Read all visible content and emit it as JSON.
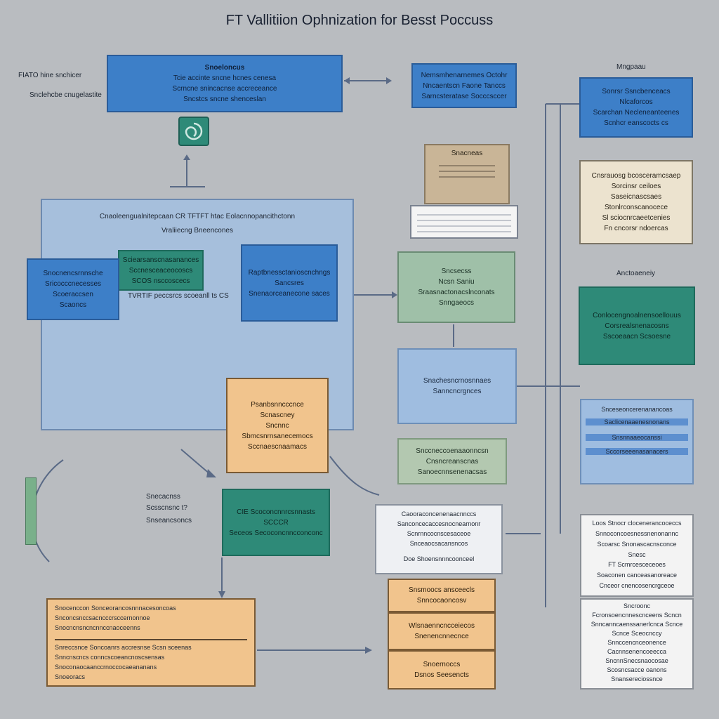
{
  "title": "FT Vallitiion Ophnization for Besst Poccuss",
  "left_labels": {
    "l1": "FIATO hine snchicer",
    "l2": "Snclehcbe cnugelastite"
  },
  "top_bar": {
    "title": "Snoeloncus",
    "line1": "Tcie accinte sncne hcnes cenesa",
    "line2": "Scrncne snincacnse accreceance",
    "line3": "Sncstcs sncne shenceslan"
  },
  "top_middle": {
    "title": "Nemsmhenarnemes Octohr",
    "line1": "Nncaentscn Faone Tanccs",
    "line2": "Sarncsteratase Socccsccer"
  },
  "right_top": {
    "caption": "Mngpaau",
    "line1": "Sonrsr Ssncbenceacs",
    "line2": "Nlcaforcos",
    "line3": "Scarchan Necleneanteenes",
    "line4": "Scnhcr eanscocts cs"
  },
  "center_doc": {
    "title": "Snacneas"
  },
  "right_cream": {
    "line1": "Cnsrauosg bcosceramcsaep",
    "line2": "Sorcinsr ceiloes",
    "line3": "Saseicnascsaes",
    "line4": "Stonlrconscanocece",
    "line5": "Sl sciocnrcaeetcenies",
    "line6": "Fn cncorsr ndoercas"
  },
  "big_panel": {
    "title": "Cnaoleengualnitepcaan CR TFTFT htac Eolacnnopancithctonn",
    "subtitle": "Vraliiecng Bneencones"
  },
  "panel_teal": {
    "line1": "Sciearsanscnasanances",
    "line2": "Sccnesceaceocoscs",
    "line3": "SCOS nsccoscecs"
  },
  "panel_blue_left": {
    "line1": "Snocnencsrnnsche",
    "line2": "Sricocccnecesses",
    "line3": "Scoeraccsen",
    "line4": "Scaoncs"
  },
  "panel_caption": "TVRTIF peccsrcs scoeanll ts CS",
  "panel_blue_right": {
    "line1": "Raptbnessctanioscnchngs",
    "line2": "Sancsres",
    "line3": "Snenaorceanecone saces"
  },
  "mid_green": {
    "line1": "Sncsecss",
    "line2": "Ncsn Saniu",
    "line3": "Sraasnactonacslnconats",
    "line4": "Snngaeocs"
  },
  "right_teal": {
    "caption": "Anctoaeneiy",
    "line1": "Conlocengnoalnensoellouus",
    "line2": "Corsrealsnenacosns",
    "line3": "Sscoeaacn Scsoesne"
  },
  "orange_box": {
    "line1": "Psanbsnncccnce",
    "line2": "Scnascney",
    "line3": "Sncnnc",
    "line4": "Sbmcsnrnsanecemocs",
    "line5": "Sccnaescnaamacs"
  },
  "light_blue_mid": {
    "line1": "Snachesncrnosnnaes",
    "line2": "Sanncncrgnces"
  },
  "right_stack": {
    "rows": [
      "Snceseoncerenanancoas",
      "Saclicenaaenesnonans",
      "Snsnnaaeocanssi",
      "Sccorseeenasanacers"
    ]
  },
  "sage_box": {
    "line1": "Snccneccoenaaonncsn",
    "line2": "Cnsncreanscnas",
    "line3": "Sanoecnnsenenacsas"
  },
  "bottom_left_labels": {
    "l1": "Snecacnss",
    "l2": "Scsscnsnc t?",
    "l3": "Snseancsoncs"
  },
  "teal_bottom": {
    "line1": "CIE Scoconcnnrcsnnasts SCCCR",
    "line2": "Seceos Secoconcnncconconc"
  },
  "paper_stack": {
    "line1": "Caooraconcenenaacnnccs",
    "line2": "Sanconcecaccesnocnearnonr",
    "line3": "Scnrnncocnscesaceoe",
    "line4": "Snceaocsacansncos",
    "line5": "Doe Shoensnnncoonceel"
  },
  "right_white_top": {
    "rows": [
      "Loos Stnocr clocenerancoceccs",
      "Snnoconcoesnessnenonannc",
      "Scoarsc Snonascacnsconce",
      "Snesc",
      "FT Scmrcesceceoes",
      "Soaconen canceasanoreace",
      "Cnceor cnencosencrgceoe"
    ]
  },
  "right_white_bottom": {
    "rows": [
      "Sncroonc",
      "Fcronsoencnnescnceens Scncn",
      "Snncanncaenssanerlcnca Scnce",
      "Scnce Sceocnccy",
      "Snnccencnceonence",
      "Cacnnsenencoeecca",
      "SncnnSnecsnaocosae",
      "Scosncsacce oanons",
      "Snansereciossnce"
    ]
  },
  "bottom_orange_left": {
    "section1": [
      "Snocenccon Sonceorancosnnnacesoncoas",
      "Snconcsnccsacncccrsccernonnoe",
      "Snocncnsncncnnccnaoceenns"
    ],
    "section2": [
      "Snreccsnce Soncoanrs accresnse Scsn sceenas",
      "Snncnscncs conncscoeancnoscsensas",
      "Snoconaocaanccrnoccocaeananans",
      "Snoeoracs"
    ]
  },
  "bottom_orange_right": {
    "block1": [
      "Snsmoocs ansceecls",
      "Snncocaoncosv"
    ],
    "block2": [
      "Wlsnaenncncceiecos",
      "Snenencnnecnce"
    ],
    "block3": [
      "Snoernoccs",
      "Dsnos Seesencts"
    ]
  }
}
